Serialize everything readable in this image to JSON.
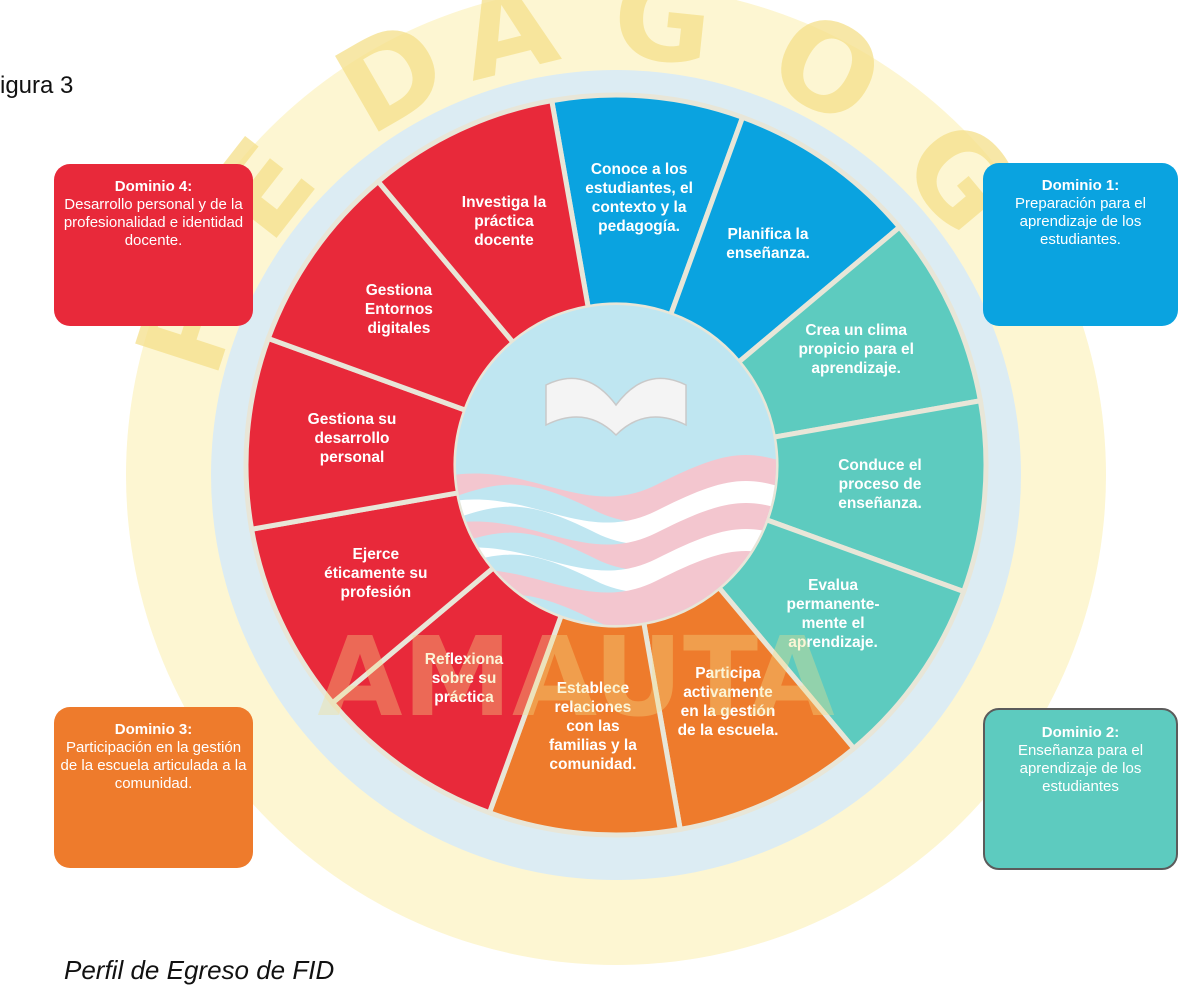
{
  "figure_label": "igura 3",
  "caption": "Perfil de Egreso de FID",
  "watermark": {
    "letters": [
      "P",
      "E",
      "D",
      "A",
      "G",
      "O",
      "G"
    ],
    "bottom_text": "AMAUTA",
    "color": "#f5e08a"
  },
  "domains": [
    {
      "id": "d1",
      "title": "Dominio 1:",
      "desc": "Preparación para el aprendizaje de los estudiantes.",
      "color": "#0aa3e0"
    },
    {
      "id": "d2",
      "title": "Dominio 2:",
      "desc": "Enseñanza para el aprendizaje de los estudiantes",
      "color": "#5dcbbf"
    },
    {
      "id": "d3",
      "title": "Dominio 3:",
      "desc": "Participación en la gestión de la escuela articulada a la comunidad.",
      "color": "#ee7b2c"
    },
    {
      "id": "d4",
      "title": "Dominio 4:",
      "desc": "Desarrollo personal y de la profesionalidad e identidad docente.",
      "color": "#e8293a"
    }
  ],
  "segments": [
    {
      "lines": [
        "Conoce a los",
        "estudiantes, el",
        "contexto y la",
        "pedagogía."
      ],
      "color": "#0aa3e0",
      "domain": "d1"
    },
    {
      "lines": [
        "Planifica la",
        "enseñanza."
      ],
      "color": "#0aa3e0",
      "domain": "d1"
    },
    {
      "lines": [
        "Crea un clima",
        "propicio para el",
        "aprendizaje."
      ],
      "color": "#5dcbbf",
      "domain": "d2"
    },
    {
      "lines": [
        "Conduce el",
        "proceso de",
        "enseñanza."
      ],
      "color": "#5dcbbf",
      "domain": "d2"
    },
    {
      "lines": [
        "Evalua",
        "permanente-",
        "mente el",
        "aprendizaje."
      ],
      "color": "#5dcbbf",
      "domain": "d2"
    },
    {
      "lines": [
        "Participa",
        "activamente",
        "en la gestión",
        "de la escuela."
      ],
      "color": "#ee7b2c",
      "domain": "d3"
    },
    {
      "lines": [
        "Establece",
        "relaciones",
        "con las",
        "familias y la",
        "comunidad."
      ],
      "color": "#ee7b2c",
      "domain": "d3"
    },
    {
      "lines": [
        "Reflexiona",
        "sobre su",
        "práctica"
      ],
      "color": "#e8293a",
      "domain": "d4"
    },
    {
      "lines": [
        "Ejerce",
        "éticamente su",
        "profesión"
      ],
      "color": "#e8293a",
      "domain": "d4"
    },
    {
      "lines": [
        "Gestiona su",
        "desarrollo",
        "personal"
      ],
      "color": "#e8293a",
      "domain": "d4"
    },
    {
      "lines": [
        "Gestiona",
        "Entornos",
        "digitales"
      ],
      "color": "#e8293a",
      "domain": "d4"
    },
    {
      "lines": [
        "Investiga la",
        "práctica",
        "docente"
      ],
      "color": "#e8293a",
      "domain": "d4"
    }
  ]
}
